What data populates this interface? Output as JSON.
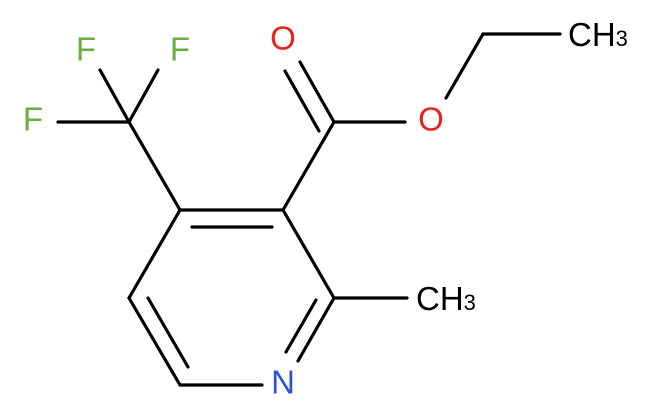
{
  "molecule": {
    "atoms": {
      "f_top_left": {
        "label": "F",
        "color": "#6dad3f"
      },
      "f_top_right": {
        "label": "F",
        "color": "#6dad3f"
      },
      "f_left": {
        "label": "F",
        "color": "#6dad3f"
      },
      "o_carbonyl": {
        "label": "O",
        "color": "#e8221b"
      },
      "o_ester": {
        "label": "O",
        "color": "#e8221b"
      },
      "n_ring": {
        "label": "N",
        "color": "#3050d8"
      },
      "ch3_ethyl": {
        "label": "CH",
        "sub": "3",
        "color": "#000000"
      },
      "ch3_methyl": {
        "label": "CH",
        "sub": "3",
        "color": "#000000"
      }
    },
    "bond_color": "#000000"
  }
}
